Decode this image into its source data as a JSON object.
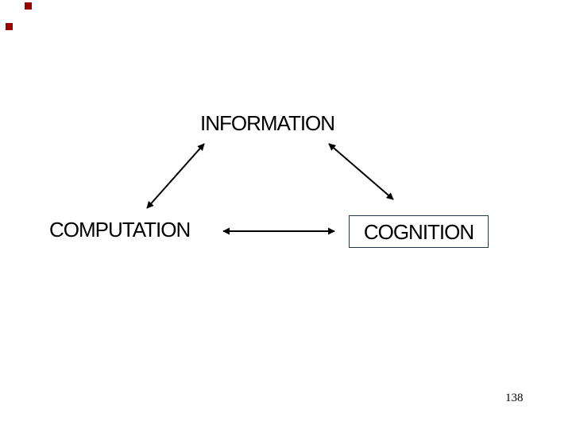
{
  "slide": {
    "kind": "presentation-slide-diagram",
    "background": "#ffffff",
    "nodes": {
      "information": {
        "label": "INFORMATION",
        "boxed": false
      },
      "computation": {
        "label": "COMPUTATION",
        "boxed": false
      },
      "cognition": {
        "label": "COGNITION",
        "boxed": true
      }
    },
    "relations": [
      {
        "from": "information",
        "to": "computation",
        "type": "double-headed-arrow"
      },
      {
        "from": "information",
        "to": "cognition",
        "type": "double-headed-arrow"
      },
      {
        "from": "computation",
        "to": "cognition",
        "type": "double-headed-arrow"
      }
    ],
    "page_number": "138",
    "corner_markers": {
      "count": 2,
      "shape": "square"
    },
    "colors": {
      "bg": "#ffffff",
      "text": "#000000",
      "arrow": "#000000",
      "box_border": "#243746",
      "marker": "#990000"
    }
  }
}
